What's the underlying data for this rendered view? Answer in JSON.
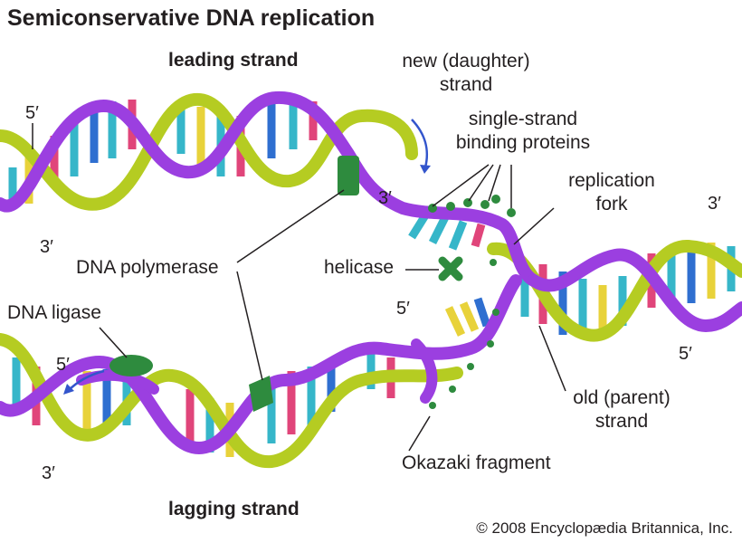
{
  "title": "Semiconservative DNA replication",
  "labels": {
    "leading_strand": "leading strand",
    "lagging_strand": "lagging strand",
    "new_strand_line1": "new (daughter)",
    "new_strand_line2": "strand",
    "ssb_line1": "single-strand",
    "ssb_line2": "binding proteins",
    "fork_line1": "replication",
    "fork_line2": "fork",
    "dna_polymerase": "DNA polymerase",
    "helicase": "helicase",
    "dna_ligase": "DNA ligase",
    "old_strand_line1": "old (parent)",
    "old_strand_line2": "strand",
    "okazaki": "Okazaki fragment"
  },
  "ends": {
    "top_5": "5′",
    "top_3_left": "3′",
    "top_3_mid": "3′",
    "right_3": "3′",
    "right_5": "5′",
    "mid_5": "5′",
    "bottom_5": "5′",
    "bottom_3": "3′"
  },
  "copyright": "© 2008 Encyclopædia Britannica, Inc.",
  "colors": {
    "parent_strand": "#9b3fe0",
    "new_strand": "#b5cc22",
    "enzyme": "#2e8b3e",
    "base_cyan": "#36b6c9",
    "base_pink": "#e0457a",
    "base_blue": "#2f6fd0",
    "base_yellow": "#e8d23a",
    "arrow": "#3355cc"
  }
}
